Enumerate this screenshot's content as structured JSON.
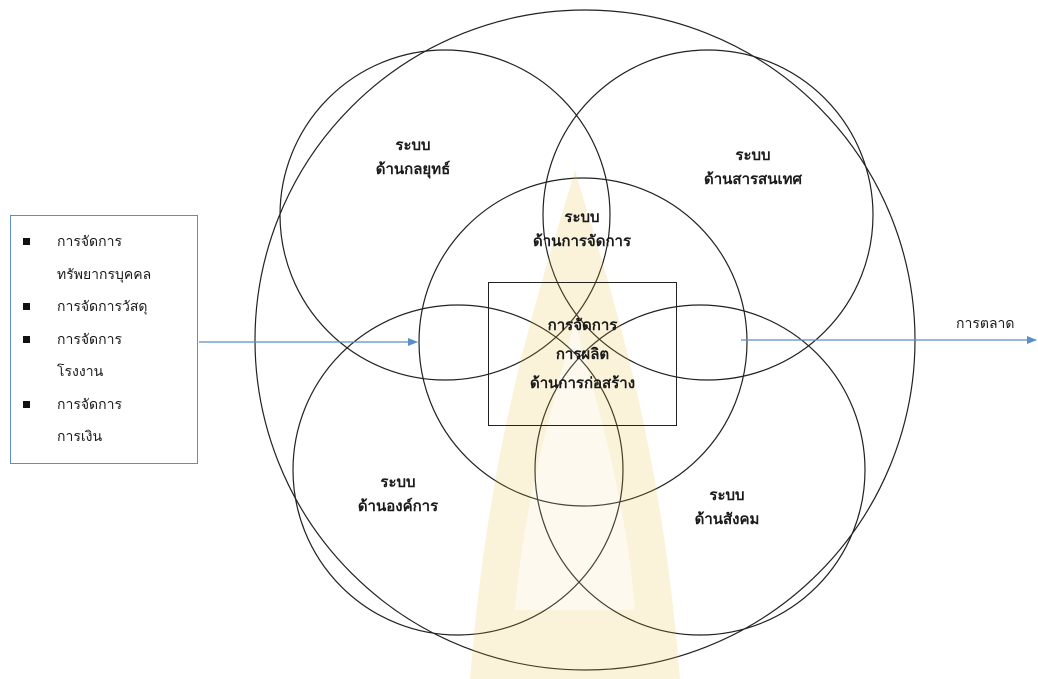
{
  "circles": {
    "strategy": {
      "line1": "ระบบ",
      "line2": "ด้านกลยุทธ์"
    },
    "information": {
      "line1": "ระบบ",
      "line2": "ด้านสารสนเทศ"
    },
    "management": {
      "line1": "ระบบ",
      "line2": "ด้านการจัดการ"
    },
    "organization": {
      "line1": "ระบบ",
      "line2": "ด้านองค์การ"
    },
    "social": {
      "line1": "ระบบ",
      "line2": "ด้านสังคม"
    }
  },
  "center_box": {
    "line1": "การจัดการ",
    "line2": "การผลิต",
    "line3": "ด้านการก่อสร้าง"
  },
  "inputs": [
    {
      "lines": [
        "การจัดการ",
        "ทรัพยากรบุคคล"
      ]
    },
    {
      "lines": [
        "การจัดการวัสดุ"
      ]
    },
    {
      "lines": [
        "การจัดการ",
        "โรงงาน"
      ]
    },
    {
      "lines": [
        "การจัดการ",
        "การเงิน"
      ]
    }
  ],
  "output": {
    "label": "การตลาด"
  },
  "colors": {
    "arrow": "#5b8fc7",
    "outline": "#222222",
    "watermark": "#e8c23a"
  }
}
